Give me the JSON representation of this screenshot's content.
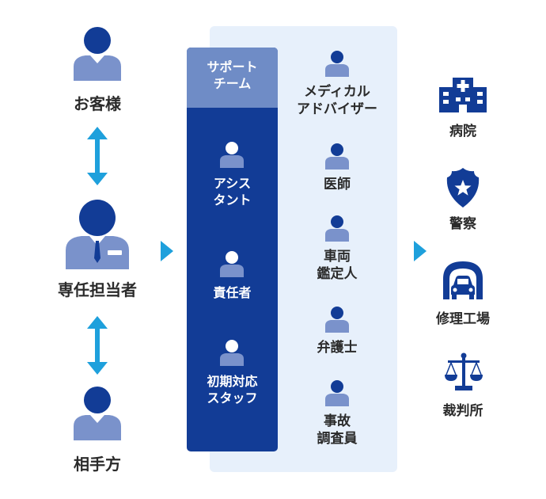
{
  "left": {
    "customer": "お客様",
    "agent": "専任担当者",
    "opponent": "相手方"
  },
  "team": {
    "header": [
      "サポート",
      "チーム"
    ],
    "roles": [
      [
        "アシス",
        "タント"
      ],
      [
        "責任者"
      ],
      [
        "初期対応",
        "スタッフ"
      ]
    ]
  },
  "experts": [
    [
      "メディカル",
      "アドバイザー"
    ],
    [
      "医師"
    ],
    [
      "車両",
      "鑑定人"
    ],
    [
      "弁護士"
    ],
    [
      "事故",
      "調査員"
    ]
  ],
  "partners": [
    {
      "label": "病院",
      "icon": "hospital-icon"
    },
    {
      "label": "警察",
      "icon": "police-badge-icon"
    },
    {
      "label": "修理工場",
      "icon": "garage-icon"
    },
    {
      "label": "裁判所",
      "icon": "scales-icon"
    }
  ],
  "colors": {
    "dark_blue": "#123c96",
    "mid_blue": "#6f8cc6",
    "light_blue": "#e7f0fb",
    "accent": "#1ea0dc"
  }
}
